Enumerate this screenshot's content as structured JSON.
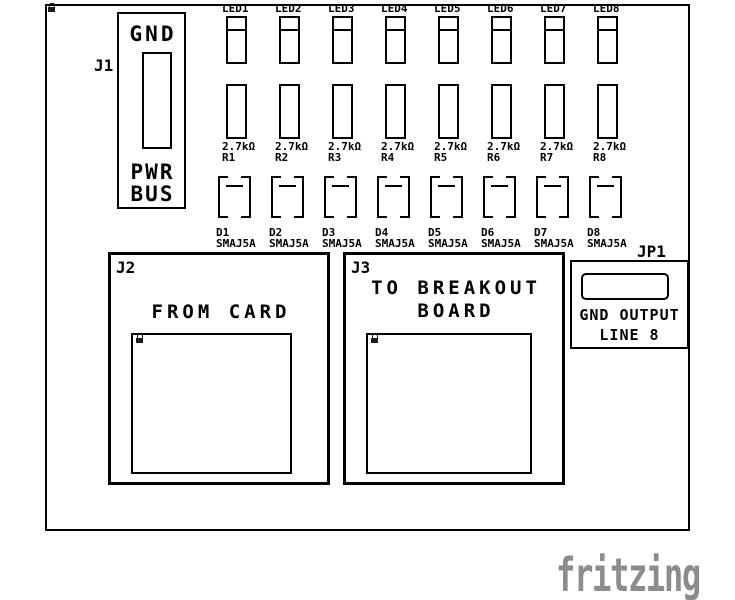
{
  "board": {
    "watermark": "fritzing"
  },
  "j1": {
    "ref": "J1",
    "top_label": "GND",
    "bottom_label_1": "PWR",
    "bottom_label_2": "BUS"
  },
  "leds": [
    {
      "label": "LED1"
    },
    {
      "label": "LED2"
    },
    {
      "label": "LED3"
    },
    {
      "label": "LED4"
    },
    {
      "label": "LED5"
    },
    {
      "label": "LED6"
    },
    {
      "label": "LED7"
    },
    {
      "label": "LED8"
    }
  ],
  "resistors": [
    {
      "value": "2.7kΩ",
      "ref": "R1"
    },
    {
      "value": "2.7kΩ",
      "ref": "R2"
    },
    {
      "value": "2.7kΩ",
      "ref": "R3"
    },
    {
      "value": "2.7kΩ",
      "ref": "R4"
    },
    {
      "value": "2.7kΩ",
      "ref": "R5"
    },
    {
      "value": "2.7kΩ",
      "ref": "R6"
    },
    {
      "value": "2.7kΩ",
      "ref": "R7"
    },
    {
      "value": "2.7kΩ",
      "ref": "R8"
    }
  ],
  "diodes": [
    {
      "ref": "D1",
      "part": "SMAJ5A"
    },
    {
      "ref": "D2",
      "part": "SMAJ5A"
    },
    {
      "ref": "D3",
      "part": "SMAJ5A"
    },
    {
      "ref": "D4",
      "part": "SMAJ5A"
    },
    {
      "ref": "D5",
      "part": "SMAJ5A"
    },
    {
      "ref": "D6",
      "part": "SMAJ5A"
    },
    {
      "ref": "D7",
      "part": "SMAJ5A"
    },
    {
      "ref": "D8",
      "part": "SMAJ5A"
    }
  ],
  "j2": {
    "ref": "J2",
    "title": "FROM CARD"
  },
  "j3": {
    "ref": "J3",
    "title_line1": "TO BREAKOUT",
    "title_line2": "BOARD"
  },
  "jp1": {
    "ref": "JP1",
    "label_line1": "GND OUTPUT",
    "label_line2": "LINE 8"
  }
}
